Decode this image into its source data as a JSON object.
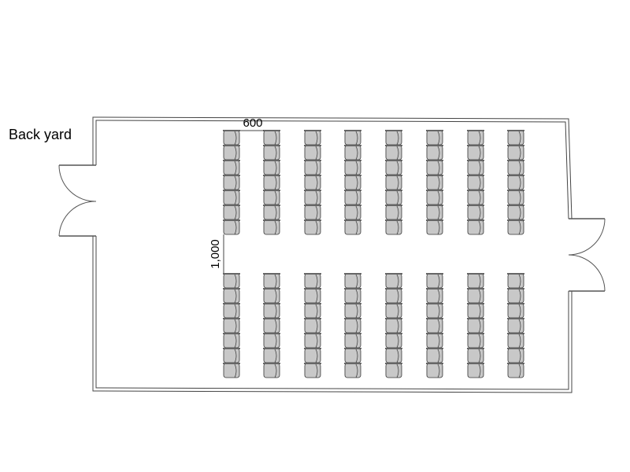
{
  "labels": {
    "back_yard": "Back yard",
    "dim_width": "600",
    "dim_aisle": "1,000"
  },
  "seating": {
    "columns": 8,
    "rows_per_block": 7,
    "blocks": 2
  },
  "colors": {
    "chair_fill": "#c8c8c8",
    "line": "#333333"
  }
}
